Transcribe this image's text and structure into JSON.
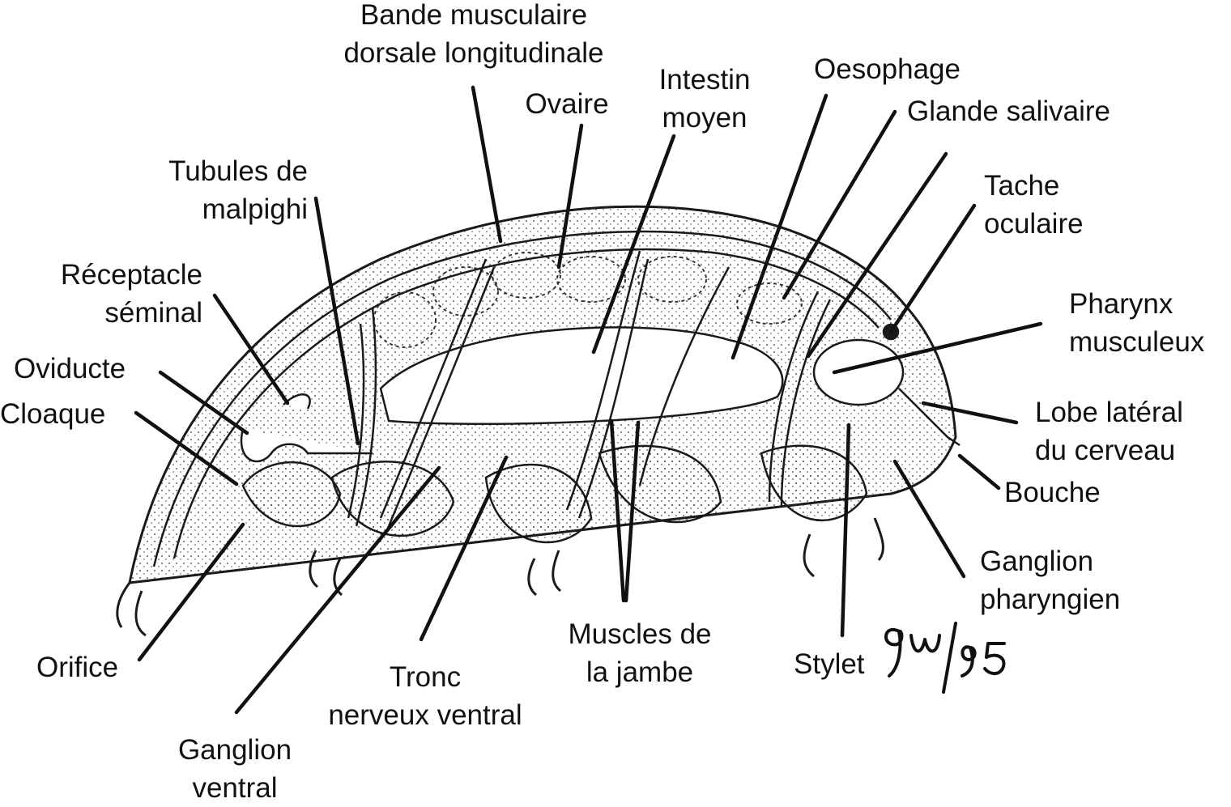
{
  "colors": {
    "ink": "#111111",
    "background": "#ffffff",
    "organ_outline": "#1a1a1a"
  },
  "labels": {
    "bande_musculaire": [
      "Bande musculaire",
      "dorsale longitudinale"
    ],
    "ovaire": [
      "Ovaire"
    ],
    "intestin_moyen": [
      "Intestin",
      "moyen"
    ],
    "oesophage": [
      "Oesophage"
    ],
    "glande_salivaire": [
      "Glande salivaire"
    ],
    "tache_oculaire": [
      "Tache",
      "oculaire"
    ],
    "tubules_malpighi": [
      "Tubules de",
      "malpighi"
    ],
    "receptacle_seminal": [
      "Réceptacle",
      "séminal"
    ],
    "oviducte": [
      "Oviducte"
    ],
    "cloaque": [
      "Cloaque"
    ],
    "pharynx_musculeux": [
      "Pharynx",
      "musculeux"
    ],
    "lobe_lateral": [
      "Lobe latéral",
      "du cerveau"
    ],
    "bouche": [
      "Bouche"
    ],
    "ganglion_pharyngien": [
      "Ganglion",
      "pharyngien"
    ],
    "stylet": [
      "Stylet"
    ],
    "muscles_jambe": [
      "Muscles de",
      "la jambe"
    ],
    "tronc_nerveux": [
      "Tronc",
      "nerveux ventral"
    ],
    "orifice": [
      "Orifice"
    ],
    "ganglion_ventral": [
      "Ganglion",
      "ventral"
    ]
  },
  "signature": {
    "text": "gw/95",
    "icon": "handwritten-signature"
  }
}
